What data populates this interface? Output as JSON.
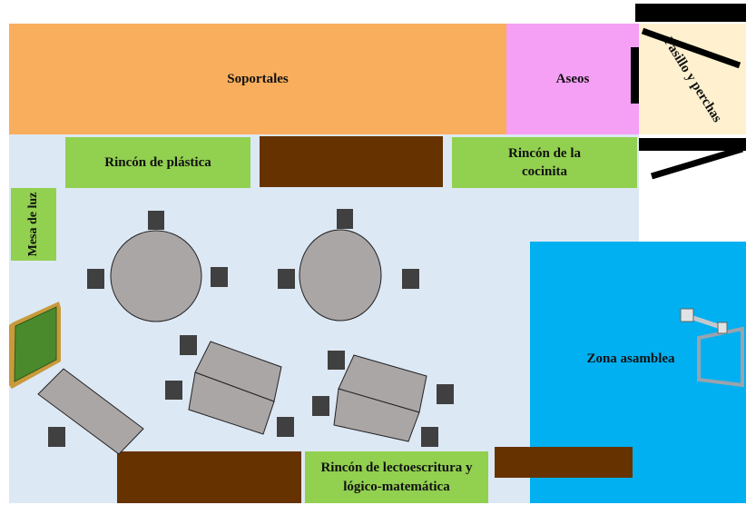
{
  "zones": {
    "soportales": "Soportales",
    "aseos": "Aseos",
    "pasillo": "Pasillo y perchas",
    "asamblea": "Zona asamblea",
    "plastica": "Rincón de plástica",
    "cocinita": "Rincón de la cocinita",
    "mesa_luz": "Mesa de luz",
    "lectoescritura": "Rincón de lectoescritura y lógico-matemática"
  },
  "colors": {
    "floor": "#dde8f5",
    "soportales": "#f9ae5d",
    "aseos": "#f59ff5",
    "pasillo": "#fff1cf",
    "asamblea": "#00b0f0",
    "rincon": "#92d050",
    "shelf": "#663300",
    "table": "#aaa6a6",
    "chair": "#404040",
    "board": "#4a8a2c"
  }
}
